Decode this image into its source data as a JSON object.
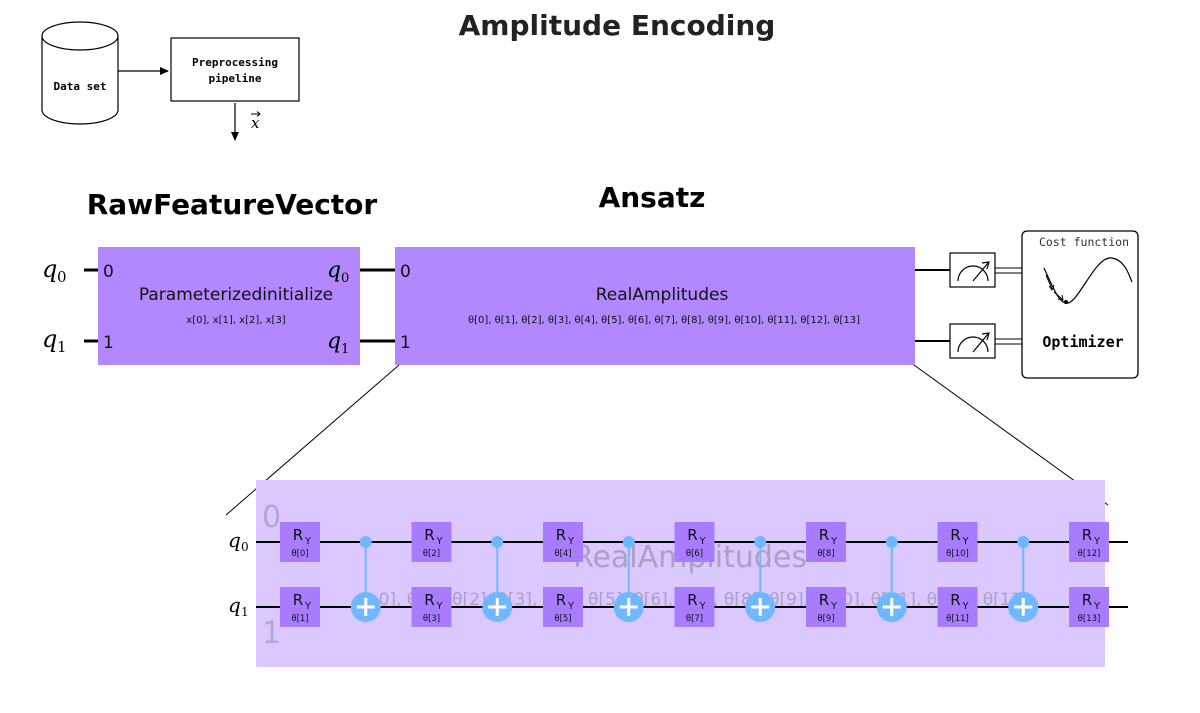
{
  "title": "Amplitude Encoding",
  "pipeline": {
    "dataset_label": "Data set",
    "preprocessing_label": [
      "Preprocessing",
      "pipeline"
    ],
    "vector_label": "x"
  },
  "raw_feature_vector": {
    "heading": "RawFeatureVector",
    "box_title": "Parameterizedinitialize",
    "params": "x[0], x[1], x[2], x[3]",
    "wire_indices": [
      "0",
      "1"
    ]
  },
  "qubits": [
    {
      "symbol": "q",
      "subscript": "0"
    },
    {
      "symbol": "q",
      "subscript": "1"
    }
  ],
  "ansatz": {
    "heading": "Ansatz",
    "box_title": "RealAmplitudes",
    "params": "θ[0], θ[1], θ[2], θ[3], θ[4], θ[5], θ[6], θ[7], θ[8], θ[9], θ[10], θ[11], θ[12], θ[13]",
    "wire_indices": [
      "0",
      "1"
    ]
  },
  "optimizer": {
    "cost_label": "Cost function",
    "optimizer_label": "Optimizer"
  },
  "expanded_circuit": {
    "ghost_title": "RealAmplitudes",
    "ghost_params": "0], θ[1], θ[2], θ[3], θ[4], θ[5], θ[6], θ[7], θ[8], θ[9], θ[10], θ[11], θ[12], θ[13",
    "ghost_indices": [
      "0",
      "1"
    ],
    "gate_label": "R",
    "gate_sub": "Y",
    "gates_top": [
      "θ[0]",
      "θ[2]",
      "θ[4]",
      "θ[6]",
      "θ[8]",
      "θ[10]",
      "θ[12]"
    ],
    "gates_bottom": [
      "θ[1]",
      "θ[3]",
      "θ[5]",
      "θ[7]",
      "θ[9]",
      "θ[11]",
      "θ[13]"
    ],
    "cnot_count": 6
  },
  "colors": {
    "box": "#b388ff",
    "panel": "#dac8ff",
    "gate": "#a77cff",
    "cnot": "#6fb8ff"
  }
}
